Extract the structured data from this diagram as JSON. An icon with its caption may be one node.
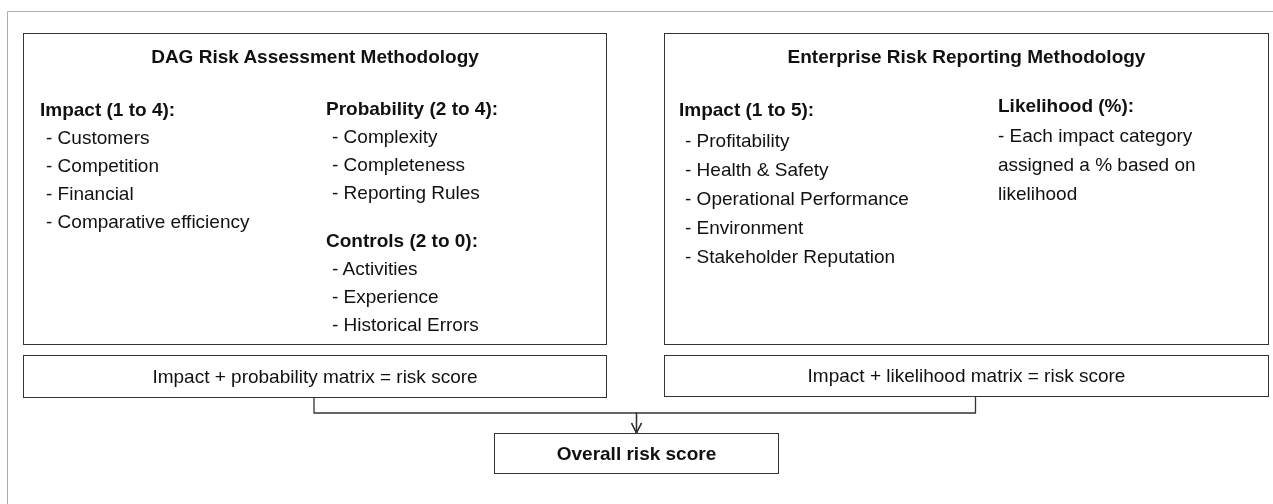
{
  "diagram": {
    "nodes": [
      {
        "text": [
          "DAG Risk Assessment Methodology",
          "Impact (1 to 4):",
          "- Customers",
          "- Competition",
          "- Financial",
          "- Comparative efficiency",
          "Probability (2 to 4):",
          "- Complexity",
          "- Completeness",
          "- Reporting Rules",
          "Controls (2 to 0):",
          "- Activities",
          "- Experience",
          "- Historical Errors"
        ]
      },
      {
        "text": [
          "Enterprise Risk Reporting Methodology",
          "Impact (1 to 5):",
          "- Profitability",
          "- Health & Safety",
          "- Operational Performance",
          "- Environment",
          "- Stakeholder Reputation",
          "Likelihood (%):",
          "- Each impact category assigned a % based on likelihood"
        ]
      },
      {
        "text": [
          "Impact + probability matrix = risk score"
        ]
      },
      {
        "text": [
          "Impact + likelihood matrix = risk score"
        ]
      },
      {
        "text": [
          "Overall risk score"
        ]
      }
    ],
    "edges": [
      {
        "from": 2,
        "to": 4,
        "arrow": "to"
      },
      {
        "from": 3,
        "to": 4,
        "arrow": "to"
      }
    ]
  }
}
